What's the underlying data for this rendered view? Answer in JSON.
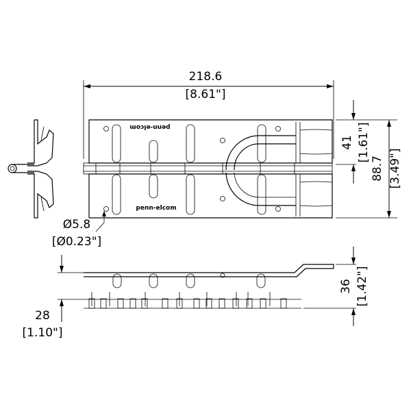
{
  "dimensions": {
    "width_mm": "218.6",
    "width_in": "[8.61\"]",
    "height_mm": "88.7",
    "height_in": "[3.49\"]",
    "half_height_mm": "41",
    "half_height_in": "[1.61\"]",
    "hole_mm": "Ø5.8",
    "hole_in": "[Ø0.23\"]",
    "side_height_mm": "36",
    "side_height_in": "[1.42\"]",
    "thickness_mm": "28",
    "thickness_in": "[1.10\"]"
  },
  "embossing": {
    "top": "penn-elcom",
    "bottom": "penn-elcom"
  },
  "colors": {
    "line": "#000000",
    "background": "#ffffff"
  }
}
